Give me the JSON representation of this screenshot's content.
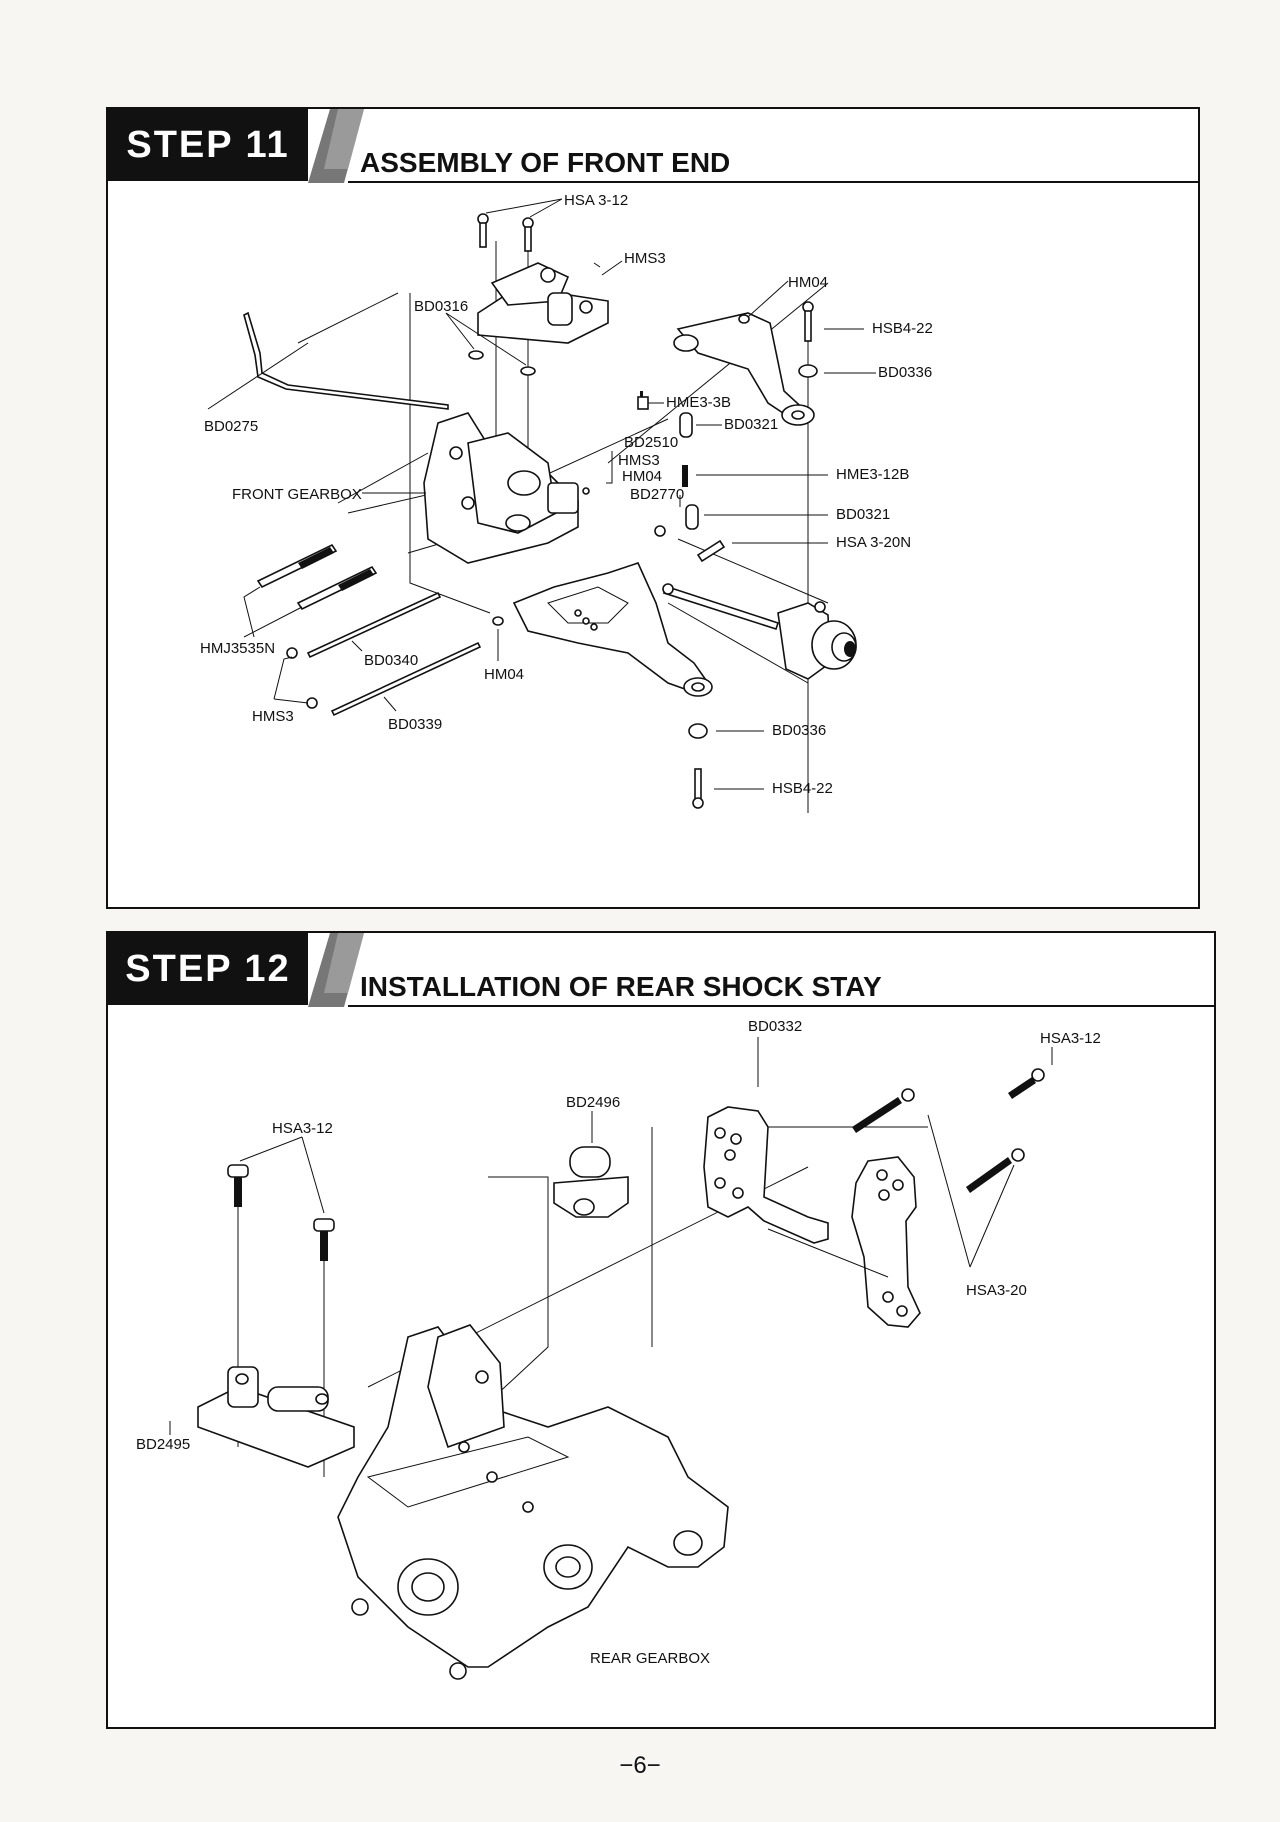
{
  "step11": {
    "badge": "STEP 11",
    "title": "ASSEMBLY OF FRONT END",
    "labels": {
      "hsa3_12": "HSA 3-12",
      "hms3_top": "HMS3",
      "hm04_top": "HM04",
      "bd0316": "BD0316",
      "hsb4_22_top": "HSB4-22",
      "bd0336_top": "BD0336",
      "hme3_3b": "HME3-3B",
      "bd0275": "BD0275",
      "bd0321_top": "BD0321",
      "bd2510": "BD2510",
      "hms3_mid": "HMS3",
      "hm04_mid": "HM04",
      "front_gearbox": "FRONT GEARBOX",
      "hme3_12b": "HME3-12B",
      "bd2770": "BD2770",
      "bd0321_mid": "BD0321",
      "hsa3_20n": "HSA 3-20N",
      "hmj3535n": "HMJ3535N",
      "bd0340": "BD0340",
      "hm04_bottom": "HM04",
      "hms3_bottom": "HMS3",
      "bd0339": "BD0339",
      "bd0336_bottom": "BD0336",
      "hsb4_22_bottom": "HSB4-22"
    }
  },
  "step12": {
    "badge": "STEP 12",
    "title": "INSTALLATION OF REAR SHOCK STAY",
    "labels": {
      "bd0332": "BD0332",
      "hsa3_12_right": "HSA3-12",
      "bd2496": "BD2496",
      "hsa3_12_left": "HSA3-12",
      "hsa3_20": "HSA3-20",
      "bd2495": "BD2495",
      "rear_gearbox": "REAR GEARBOX"
    }
  },
  "page": {
    "number": "−6−"
  }
}
